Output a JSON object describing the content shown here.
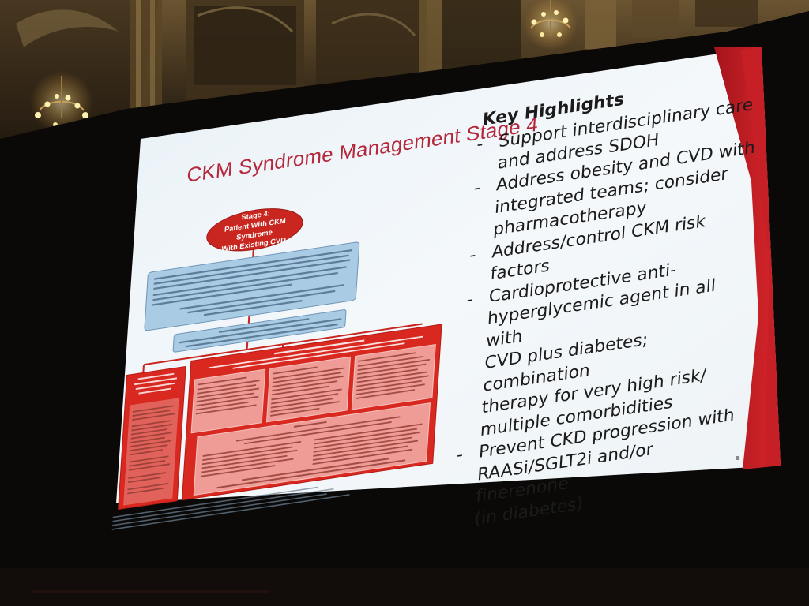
{
  "slide": {
    "title": "CKM Syndrome Management Stage 4",
    "key_highlights": {
      "heading": "Key Highlights",
      "items": [
        {
          "lines": [
            "Support interdisciplinary care",
            "and address SDOH"
          ]
        },
        {
          "lines": [
            "Address obesity and CVD with",
            "integrated teams; consider",
            "pharmacotherapy"
          ]
        },
        {
          "lines": [
            "Address/control CKM risk factors"
          ]
        },
        {
          "lines": [
            "Cardioprotective anti-",
            "hyperglycemic agent in all with",
            "CVD plus diabetes; combination",
            "therapy for very high risk/",
            "multiple comorbidities"
          ]
        },
        {
          "lines": [
            "Prevent CKD progression with",
            "RAASi/SGLT2i and/or finerenone",
            "(in diabetes)"
          ]
        }
      ]
    },
    "flowchart": {
      "stage_node": [
        "Stage 4:",
        "Patient With CKM Syndrome",
        "With Existing CVD"
      ],
      "box_count": 11
    }
  },
  "colors": {
    "slide_accent": "#b5283c",
    "flowchart_red": "#c9261f",
    "flowchart_blue": "#aacbe4",
    "slide_bg": "#f1f6f9"
  }
}
